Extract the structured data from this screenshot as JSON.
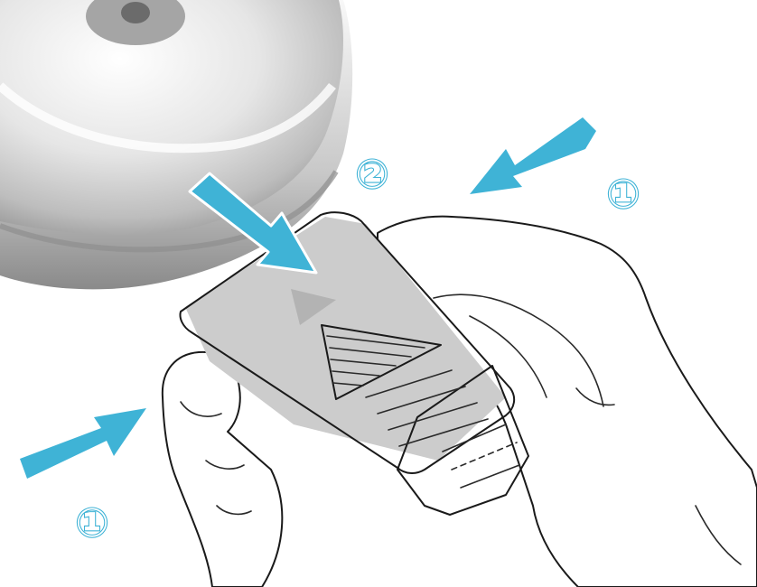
{
  "figure": {
    "step_labels": {
      "step1_right": "①",
      "step2": "②",
      "step1_left": "①"
    },
    "colors": {
      "arrow": "#3fb3d6",
      "outline": "#1a1a1a",
      "device_light": "#f4f4f4",
      "device_shadow": "#9a9a9a"
    }
  }
}
